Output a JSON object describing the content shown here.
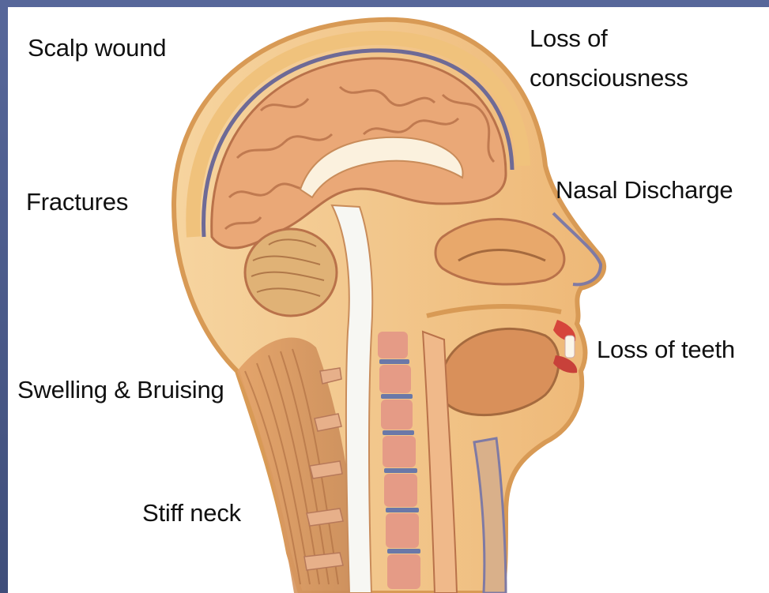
{
  "labels": {
    "scalp_wound": "Scalp wound",
    "loss_of_consciousness_line1": "Loss of",
    "loss_of_consciousness_line2": "consciousness",
    "fractures": "Fractures",
    "nasal_discharge": "Nasal Discharge",
    "loss_of_teeth": "Loss of teeth",
    "swelling_bruising": "Swelling & Bruising",
    "stiff_neck": "Stiff neck"
  },
  "colors": {
    "slide_background": "#4a5a86",
    "panel": "#ffffff",
    "skin": "#f2c68a",
    "skin_outline": "#d89a55",
    "brain": "#eaa877",
    "brain_fold": "#b9724a",
    "meninges": "#6e6a96",
    "cord": "#f7f7f3",
    "vertebra": "#e59b86",
    "disc": "#6a78a8",
    "lips": "#d6453b",
    "text": "#111111"
  },
  "illustration": {
    "subject": "sagittal section of the human head and neck",
    "icon": "head-cross-section-icon"
  }
}
